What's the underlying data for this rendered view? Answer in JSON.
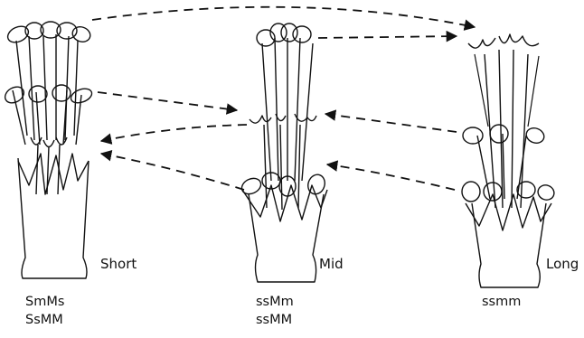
{
  "flowers": [
    {
      "id": "short",
      "label": "Short",
      "genotypes": [
        "SmMs",
        "SsMM"
      ]
    },
    {
      "id": "mid",
      "label": "Mid",
      "genotypes": [
        "ssMm",
        "ssMM"
      ]
    },
    {
      "id": "long",
      "label": "Long",
      "genotypes": [
        "ssmm"
      ]
    }
  ],
  "colors": {
    "line": "#111111",
    "background": "#ffffff"
  }
}
